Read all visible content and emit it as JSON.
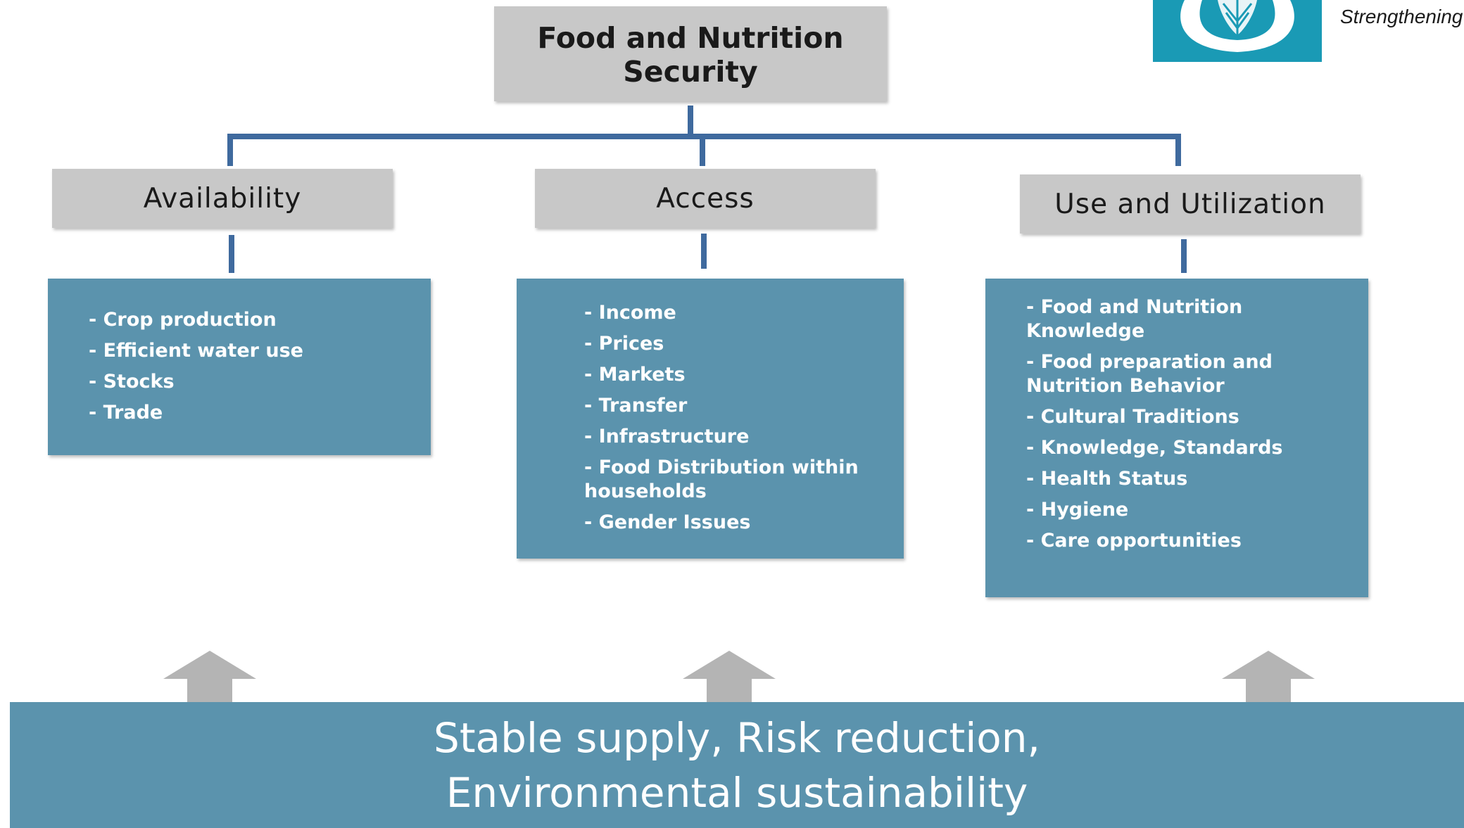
{
  "header": {
    "tagline": "Strengthening"
  },
  "root": {
    "line1": "Food and Nutrition",
    "line2": "Security"
  },
  "categories": [
    {
      "title": "Availability",
      "items": [
        "- Crop production",
        "- Efficient water use",
        "- Stocks",
        "- Trade"
      ]
    },
    {
      "title": "Access",
      "items": [
        "- Income",
        "- Prices",
        "- Markets",
        "- Transfer",
        "- Infrastructure",
        "- Food Distribution within households",
        "- Gender Issues"
      ]
    },
    {
      "title": "Use and Utilization",
      "items": [
        "- Food and Nutrition Knowledge",
        "- Food preparation and Nutrition Behavior",
        "- Cultural Traditions",
        "- Knowledge, Standards",
        "- Health Status",
        "- Hygiene",
        "- Care opportunities"
      ]
    }
  ],
  "foundation": {
    "line1": "Stable supply, Risk reduction,",
    "line2": "Environmental sustainability"
  },
  "colors": {
    "blue_box": "#5b93ad",
    "gray_box": "#c8c8c8",
    "connector": "#3f6a9e",
    "arrow": "#b4b4b4",
    "logo": "#1a9ab5"
  }
}
